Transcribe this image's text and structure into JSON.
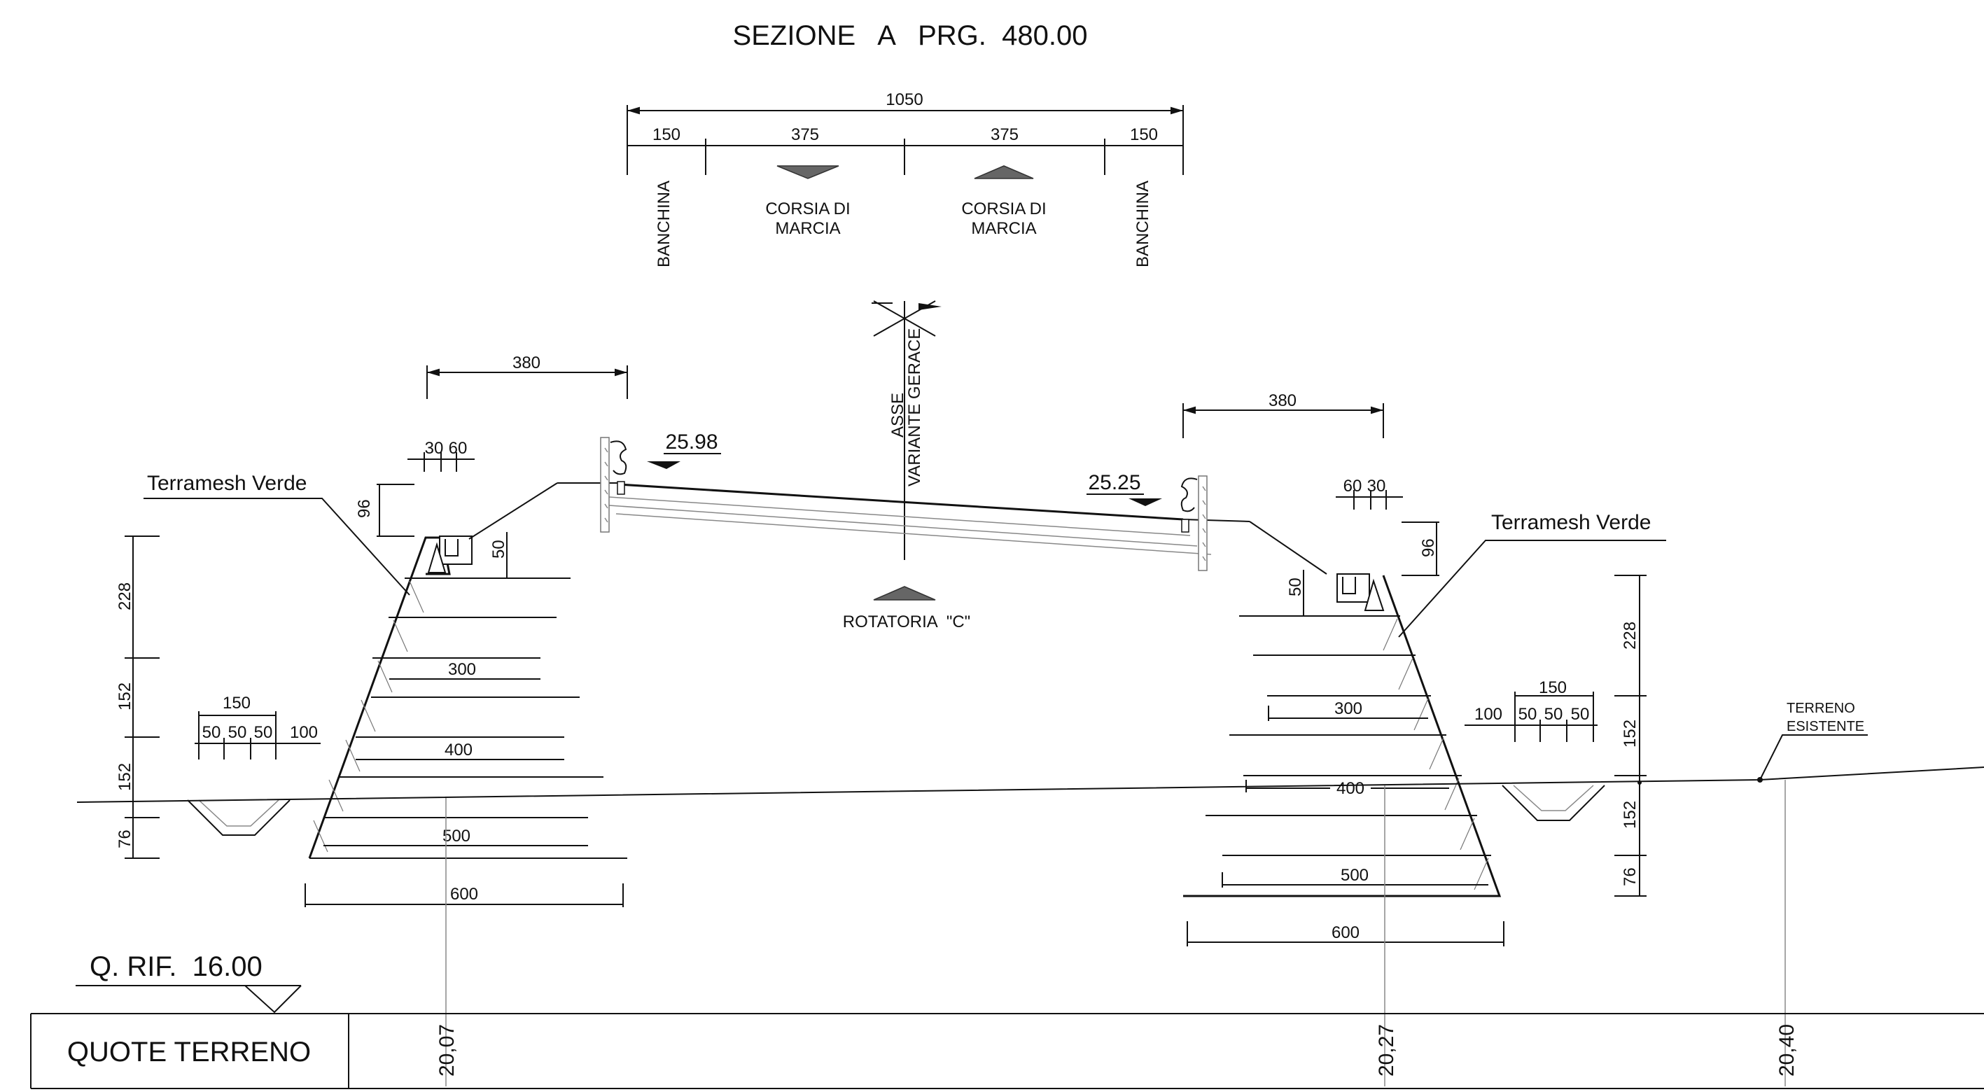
{
  "title": "SEZIONE   A   PRG.  480.00",
  "platform": {
    "total": "1050",
    "lanes": [
      "150",
      "375",
      "375",
      "150"
    ],
    "banchina_left": "BANCHINA",
    "banchina_right": "BANCHINA",
    "corsia_left": [
      "CORSIA DI",
      "MARCIA"
    ],
    "corsia_right": [
      "CORSIA DI",
      "MARCIA"
    ],
    "axis": [
      "ASSE",
      "VARIANTE GERACE"
    ],
    "rotatoria": "ROTATORIA  \"C\""
  },
  "left": {
    "width_top": "380",
    "kerb_a": "30",
    "kerb_b": "60",
    "height": "96",
    "ditch_depth": "50",
    "elevation": "25.98",
    "label": "Terramesh Verde",
    "vert": [
      "228",
      "152",
      "152",
      "76"
    ],
    "ditch_total": "150",
    "ditch_parts": [
      "50",
      "50",
      "50"
    ],
    "ditch_extra": "100",
    "geogrid": [
      "300",
      "400",
      "500"
    ],
    "base": "600"
  },
  "right": {
    "width_top": "380",
    "kerb_a": "60",
    "kerb_b": "30",
    "height": "96",
    "ditch_depth": "50",
    "elevation": "25.25",
    "label": "Terramesh Verde",
    "vert": [
      "228",
      "152",
      "152",
      "76"
    ],
    "ditch_total": "150",
    "ditch_parts": [
      "50",
      "50",
      "50"
    ],
    "ditch_extra": "100",
    "geogrid": [
      "300",
      "400",
      "500"
    ],
    "base": "600",
    "terrain": [
      "TERRENO",
      "ESISTENTE"
    ]
  },
  "reference": "Q. RIF.  16.00",
  "table": {
    "header": "QUOTE TERRENO",
    "values": [
      "20,07",
      "20,27",
      "20,40"
    ]
  }
}
